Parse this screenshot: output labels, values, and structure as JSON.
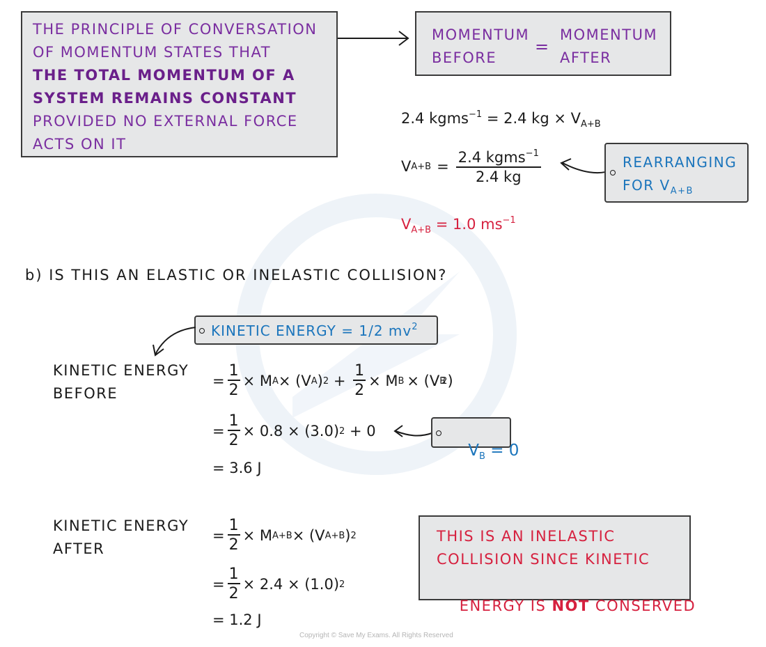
{
  "principle": {
    "line1": "THE PRINCIPLE OF CONVERSATION",
    "line2": "OF MOMENTUM STATES THAT",
    "line3": "THE TOTAL MOMENTUM OF A",
    "line4": "SYSTEM REMAINS CONSTANT",
    "line5": "PROVIDED NO EXTERNAL FORCE",
    "line6": "ACTS ON IT"
  },
  "momentum_box": {
    "left_line1": "MOMENTUM",
    "left_line2": "BEFORE",
    "equals": "=",
    "right_line1": "MOMENTUM",
    "right_line2": "AFTER"
  },
  "equation1": {
    "lhs": "2.4 kgms",
    "lhs_exp": "−1",
    "rhs": "= 2.4 kg × V",
    "rhs_sub": "A+B"
  },
  "equation2": {
    "lhs": "V",
    "lhs_sub": "A+B",
    "equals": "=",
    "num": "2.4 kgms",
    "num_exp": "−1",
    "den": "2.4 kg"
  },
  "rearranging_tag": {
    "line1": "REARRANGING",
    "line2": "FOR V",
    "line2_sub": "A+B"
  },
  "result_velocity": {
    "v": "V",
    "sub": "A+B",
    "rest": "= 1.0 ms",
    "exp": "−1"
  },
  "question_b": "b)  IS THIS AN ELASTIC OR INELASTIC COLLISION?",
  "ke_tag": {
    "text": "KINETIC ENERGY = 1/2 mv",
    "exp": "2"
  },
  "ke_before": {
    "label1": "KINETIC ENERGY",
    "label2": "BEFORE",
    "eq1_a": "= ",
    "half_num": "1",
    "half_den": "2",
    "eq1_b": "× M",
    "eq1_b_sub": "A",
    "eq1_c": " × (V",
    "eq1_c_sub": "A",
    "eq1_d": ")",
    "eq1_d_exp": "2",
    "eq1_e": " + ",
    "eq1_f": "× M",
    "eq1_f_sub": "B",
    "eq1_g": "× (V",
    "eq1_g_sub": "B",
    "eq1_g_exp": "2",
    "eq1_h": ")",
    "eq2_a": "= ",
    "eq2_b": "× 0.8 × (3.0)",
    "eq2_b_exp": "2",
    "eq2_c": " + 0",
    "eq3": "= 3.6 J"
  },
  "vb_tag": {
    "v": "V",
    "sub": "B",
    "rest": " = 0"
  },
  "ke_after": {
    "label1": "KINETIC ENERGY",
    "label2": "AFTER",
    "eq1_a": "= ",
    "eq1_b": "× M",
    "eq1_b_sub": "A+B",
    "eq1_c": " × (V",
    "eq1_c_sub": "A+B",
    "eq1_d": ")",
    "eq1_d_exp": "2",
    "eq2_a": "= ",
    "eq2_b": "× 2.4 × (1.0)",
    "eq2_b_exp": "2",
    "eq3": "= 1.2 J"
  },
  "conclusion": {
    "line1": "THIS IS AN INELASTIC",
    "line2": "COLLISION SINCE KINETIC",
    "line3_a": "ENERGY IS ",
    "line3_b": "NOT",
    "line3_c": " CONSERVED"
  },
  "copyright": "Copyright © Save My Exams. All Rights Reserved",
  "colors": {
    "purple": "#7a2ea0",
    "blue": "#1b75bc",
    "red": "#d6213f",
    "box_fill": "#e6e7e8"
  }
}
